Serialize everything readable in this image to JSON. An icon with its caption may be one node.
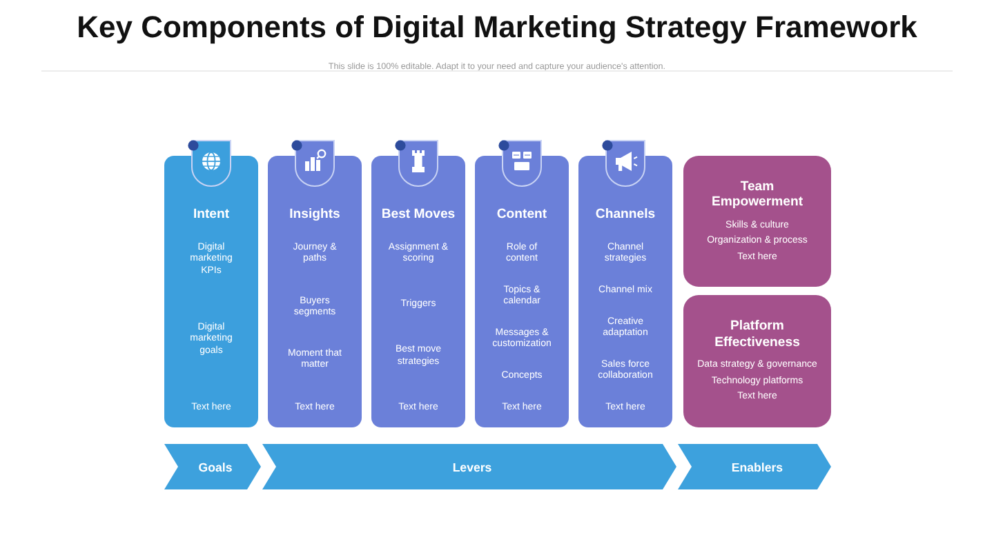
{
  "diagram": {
    "title": "Key Components of Digital Marketing Strategy Framework",
    "nodes": [
      {
        "text": [
          "Intent",
          "Digital marketing KPIs",
          "Digital marketing goals",
          "Text here"
        ]
      },
      {
        "text": [
          "Insights",
          "Journey & paths",
          "Buyers segments",
          "Moment that matter",
          "Text here"
        ]
      },
      {
        "text": [
          "Best Moves",
          "Assignment & scoring",
          "Triggers",
          "Best move strategies",
          "Text here"
        ]
      },
      {
        "text": [
          "Content",
          "Role of content",
          "Topics & calendar",
          "Messages & customization",
          "Concepts",
          "Text here"
        ]
      },
      {
        "text": [
          "Channels",
          "Channel strategies",
          "Channel mix",
          "Creative adaptation",
          "Sales force collaboration",
          "Text here"
        ]
      },
      {
        "text": [
          "Team Empowerment",
          "Skills & culture",
          "Organization & process",
          "Text here"
        ]
      },
      {
        "text": [
          "Platform Effectiveness",
          "Data strategy & governance",
          "Technology platforms",
          "Text here"
        ]
      },
      {
        "text": [
          "Goals"
        ]
      },
      {
        "text": [
          "Levers"
        ]
      },
      {
        "text": [
          "Enablers"
        ]
      }
    ],
    "labels": [
      "This slide is 100% editable. Adapt it to your need and capture your audience's attention."
    ]
  }
}
